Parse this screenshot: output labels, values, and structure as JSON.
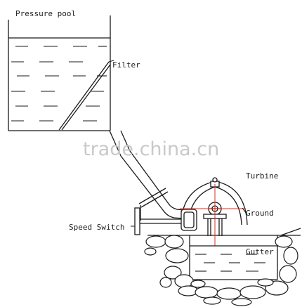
{
  "labels": {
    "pressure_pool": "Pressure pool",
    "filter": "Filter",
    "turbine": "Turbine",
    "ground": "Ground",
    "speed_switch": "Speed Switch",
    "gutter": "Gutter"
  },
  "watermark": "trade.china.cn",
  "colors": {
    "line": "#1a1a1a",
    "watermark": "#c9c9c9",
    "accent_line": "#c0392b",
    "background": "#ffffff"
  }
}
